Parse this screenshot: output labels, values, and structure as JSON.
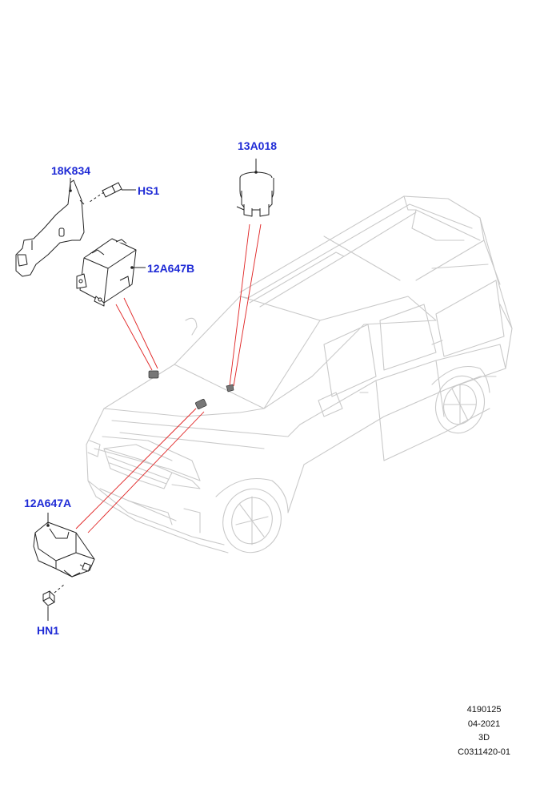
{
  "parts": {
    "label_18k834": "18K834",
    "label_hs1": "HS1",
    "label_12a647b": "12A647B",
    "label_13a018": "13A018",
    "label_12a647a": "12A647A",
    "label_hn1": "HN1"
  },
  "reference": {
    "number": "4190125",
    "date": "04-2021",
    "view": "3D",
    "code": "C0311420-01"
  },
  "colors": {
    "label": "#1f2bd6",
    "callout_line": "#e02020",
    "vehicle_outline": "#c8c8c8",
    "part_outline": "#222222"
  }
}
